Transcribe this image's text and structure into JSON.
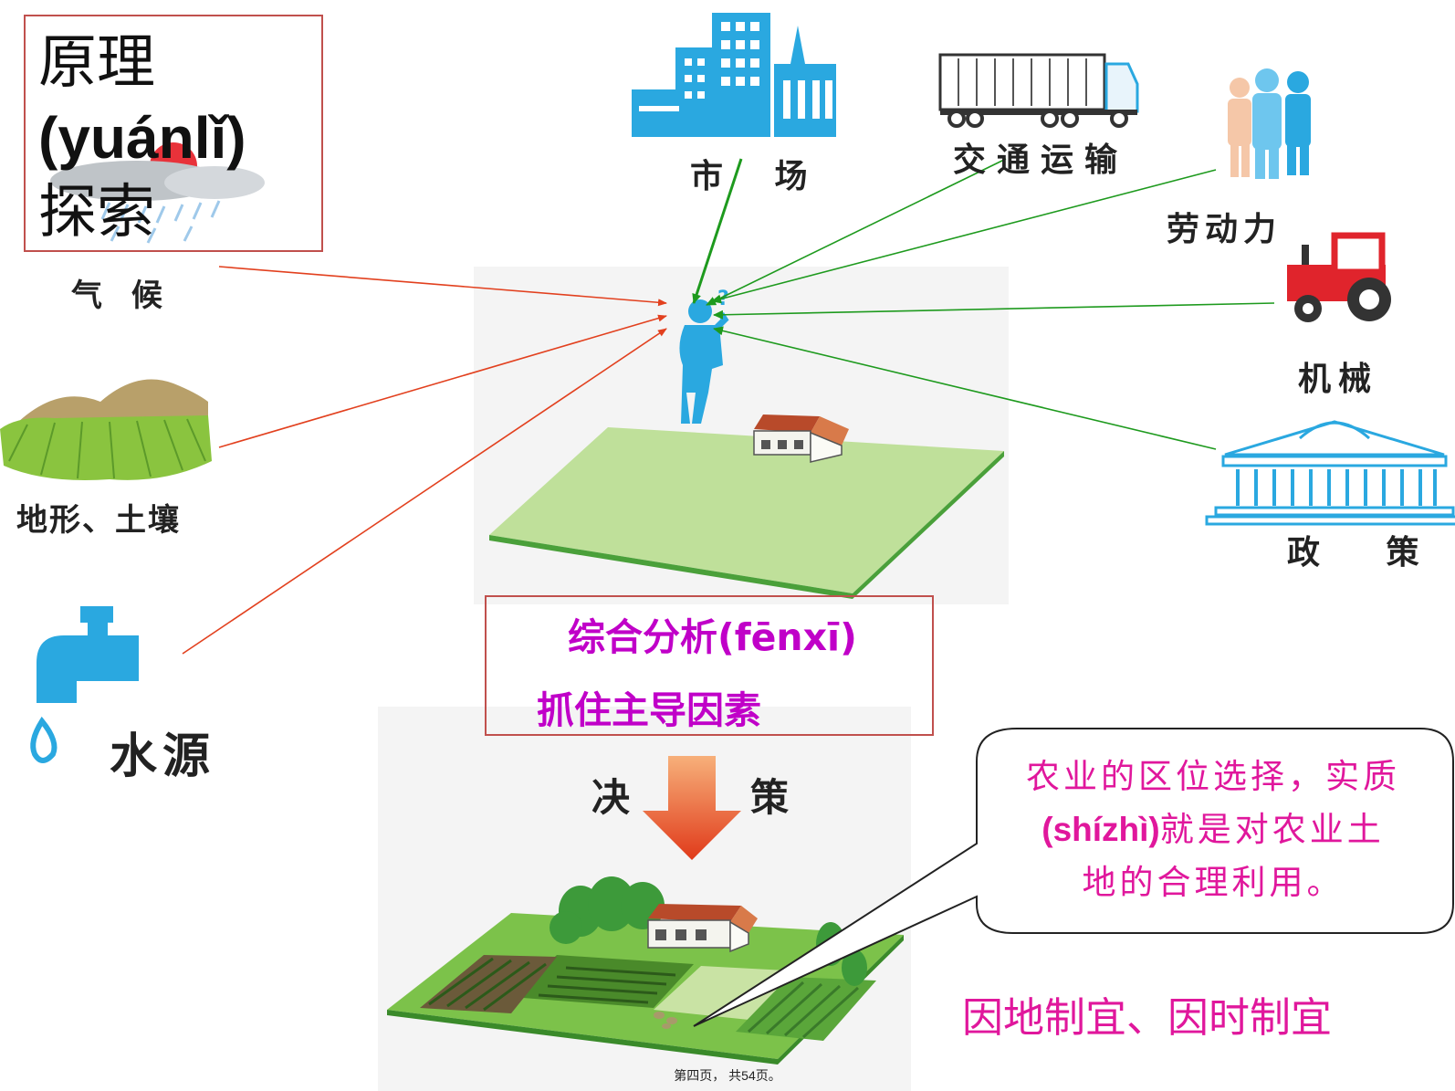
{
  "title": {
    "line1": "原理",
    "line2": "(yuánlǐ)",
    "line3": "探索"
  },
  "factors_natural": {
    "climate": "气 候",
    "terrain_soil": "地形、土壤",
    "water": "水源"
  },
  "factors_social": {
    "market": "市 场",
    "transport": "交通运输",
    "labor": "劳动力",
    "machinery": "机械",
    "policy": "政 策"
  },
  "analysis": {
    "line1": "综合分析(fēnxī)",
    "line2": "抓住主导因素"
  },
  "decision": {
    "left": "决",
    "right": "策"
  },
  "callout": {
    "line1": "农业的区位选择，实质",
    "line2_py": "(shízhì)",
    "line2_rest": "就是对农业土",
    "line3": "地的合理利用。"
  },
  "principle": "因地制宜、因时制宜",
  "footer": "第四页，  共54页。",
  "colors": {
    "natural_arrow": "#e2401e",
    "social_arrow": "#1e9a1e",
    "box_border": "#c0504d",
    "magenta": "#c000c8",
    "pink": "#e0179c",
    "icon_blue": "#2aa8e0"
  }
}
